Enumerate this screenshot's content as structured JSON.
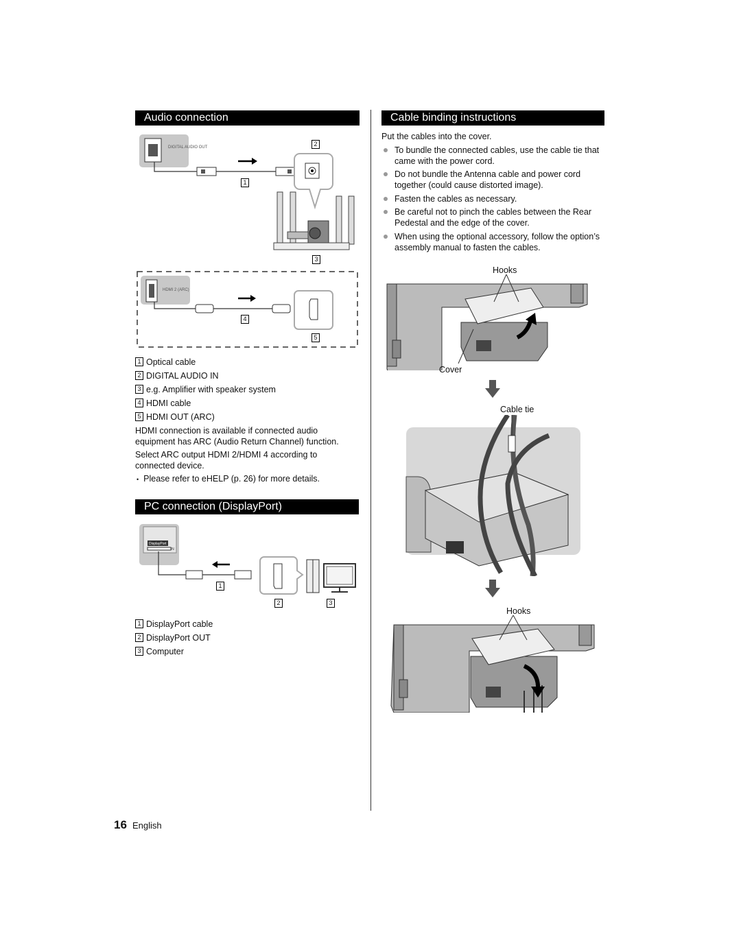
{
  "audio": {
    "title": "Audio connection",
    "jack_labels": {
      "digital_audio_out": "DIGITAL AUDIO OUT",
      "hdmi_arc": "HDMI 2 (ARC)"
    },
    "legend": [
      {
        "num": "1",
        "text": "Optical cable"
      },
      {
        "num": "2",
        "text": "DIGITAL AUDIO IN"
      },
      {
        "num": "3",
        "text": "e.g. Amplifier with speaker system"
      },
      {
        "num": "4",
        "text": "HDMI cable"
      },
      {
        "num": "5",
        "text": "HDMI OUT (ARC)"
      }
    ],
    "para1": "HDMI connection is available if connected audio equipment has ARC (Audio Return Channel) function.",
    "para2": "Select ARC output HDMI 2/HDMI 4 according to connected device.",
    "note": "Please refer to eHELP (p. 26) for more details."
  },
  "pc": {
    "title": "PC connection (DisplayPort)",
    "jack_labels": {
      "port": "DisplayPort",
      "av_in": "AV IN"
    },
    "legend": [
      {
        "num": "1",
        "text": "DisplayPort cable"
      },
      {
        "num": "2",
        "text": "DisplayPort OUT"
      },
      {
        "num": "3",
        "text": "Computer"
      }
    ]
  },
  "cable": {
    "title": "Cable binding instructions",
    "intro": "Put the cables into the cover.",
    "bullets": [
      "To bundle the connected cables, use the cable tie that came with the power cord.",
      "Do not bundle the Antenna cable and power cord together (could cause distorted image).",
      "Fasten the cables as necessary.",
      "Be careful not to pinch the cables between the Rear Pedestal and the edge of the cover.",
      "When using the optional accessory, follow the option’s assembly manual to fasten the cables."
    ],
    "labels": {
      "hooks1": "Hooks",
      "cover": "Cover",
      "cable_tie": "Cable tie",
      "hooks2": "Hooks"
    }
  },
  "footer": {
    "page_number": "16",
    "language": "English"
  },
  "colors": {
    "header_bg": "#000000",
    "panel_grey": "#c8c8c8",
    "bullet_dot": "#999999"
  }
}
